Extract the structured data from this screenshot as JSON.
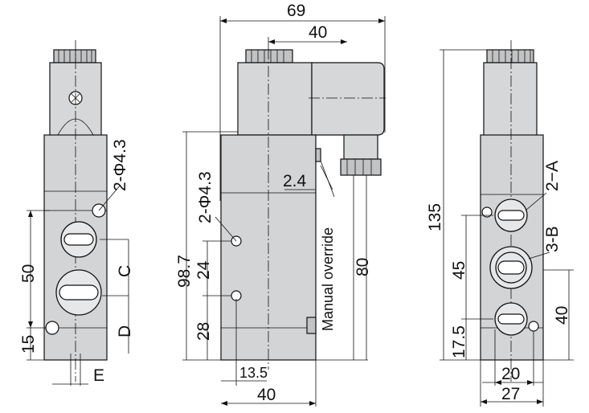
{
  "dimensions": {
    "overall_width": "69",
    "coil_offset": "40",
    "override_offset": "2.4",
    "overall_height": "135",
    "body_height_left": "98.7",
    "mount_hole": "2-Φ4.3",
    "hole_spacing": "24",
    "hole_bottom": "28",
    "body_height_80": "80",
    "bottom_offset": "13.5",
    "body_width": "40",
    "left_50": "50",
    "left_15": "15",
    "port_spacing_45": "45",
    "port_bottom_17_5": "17.5",
    "right_40": "40",
    "port_width_20": "20",
    "port_width_27": "27"
  },
  "labels": {
    "c": "C",
    "d": "D",
    "e": "E",
    "manual_override": "Manual override",
    "ports_a": "2−A",
    "ports_b": "3-B"
  }
}
